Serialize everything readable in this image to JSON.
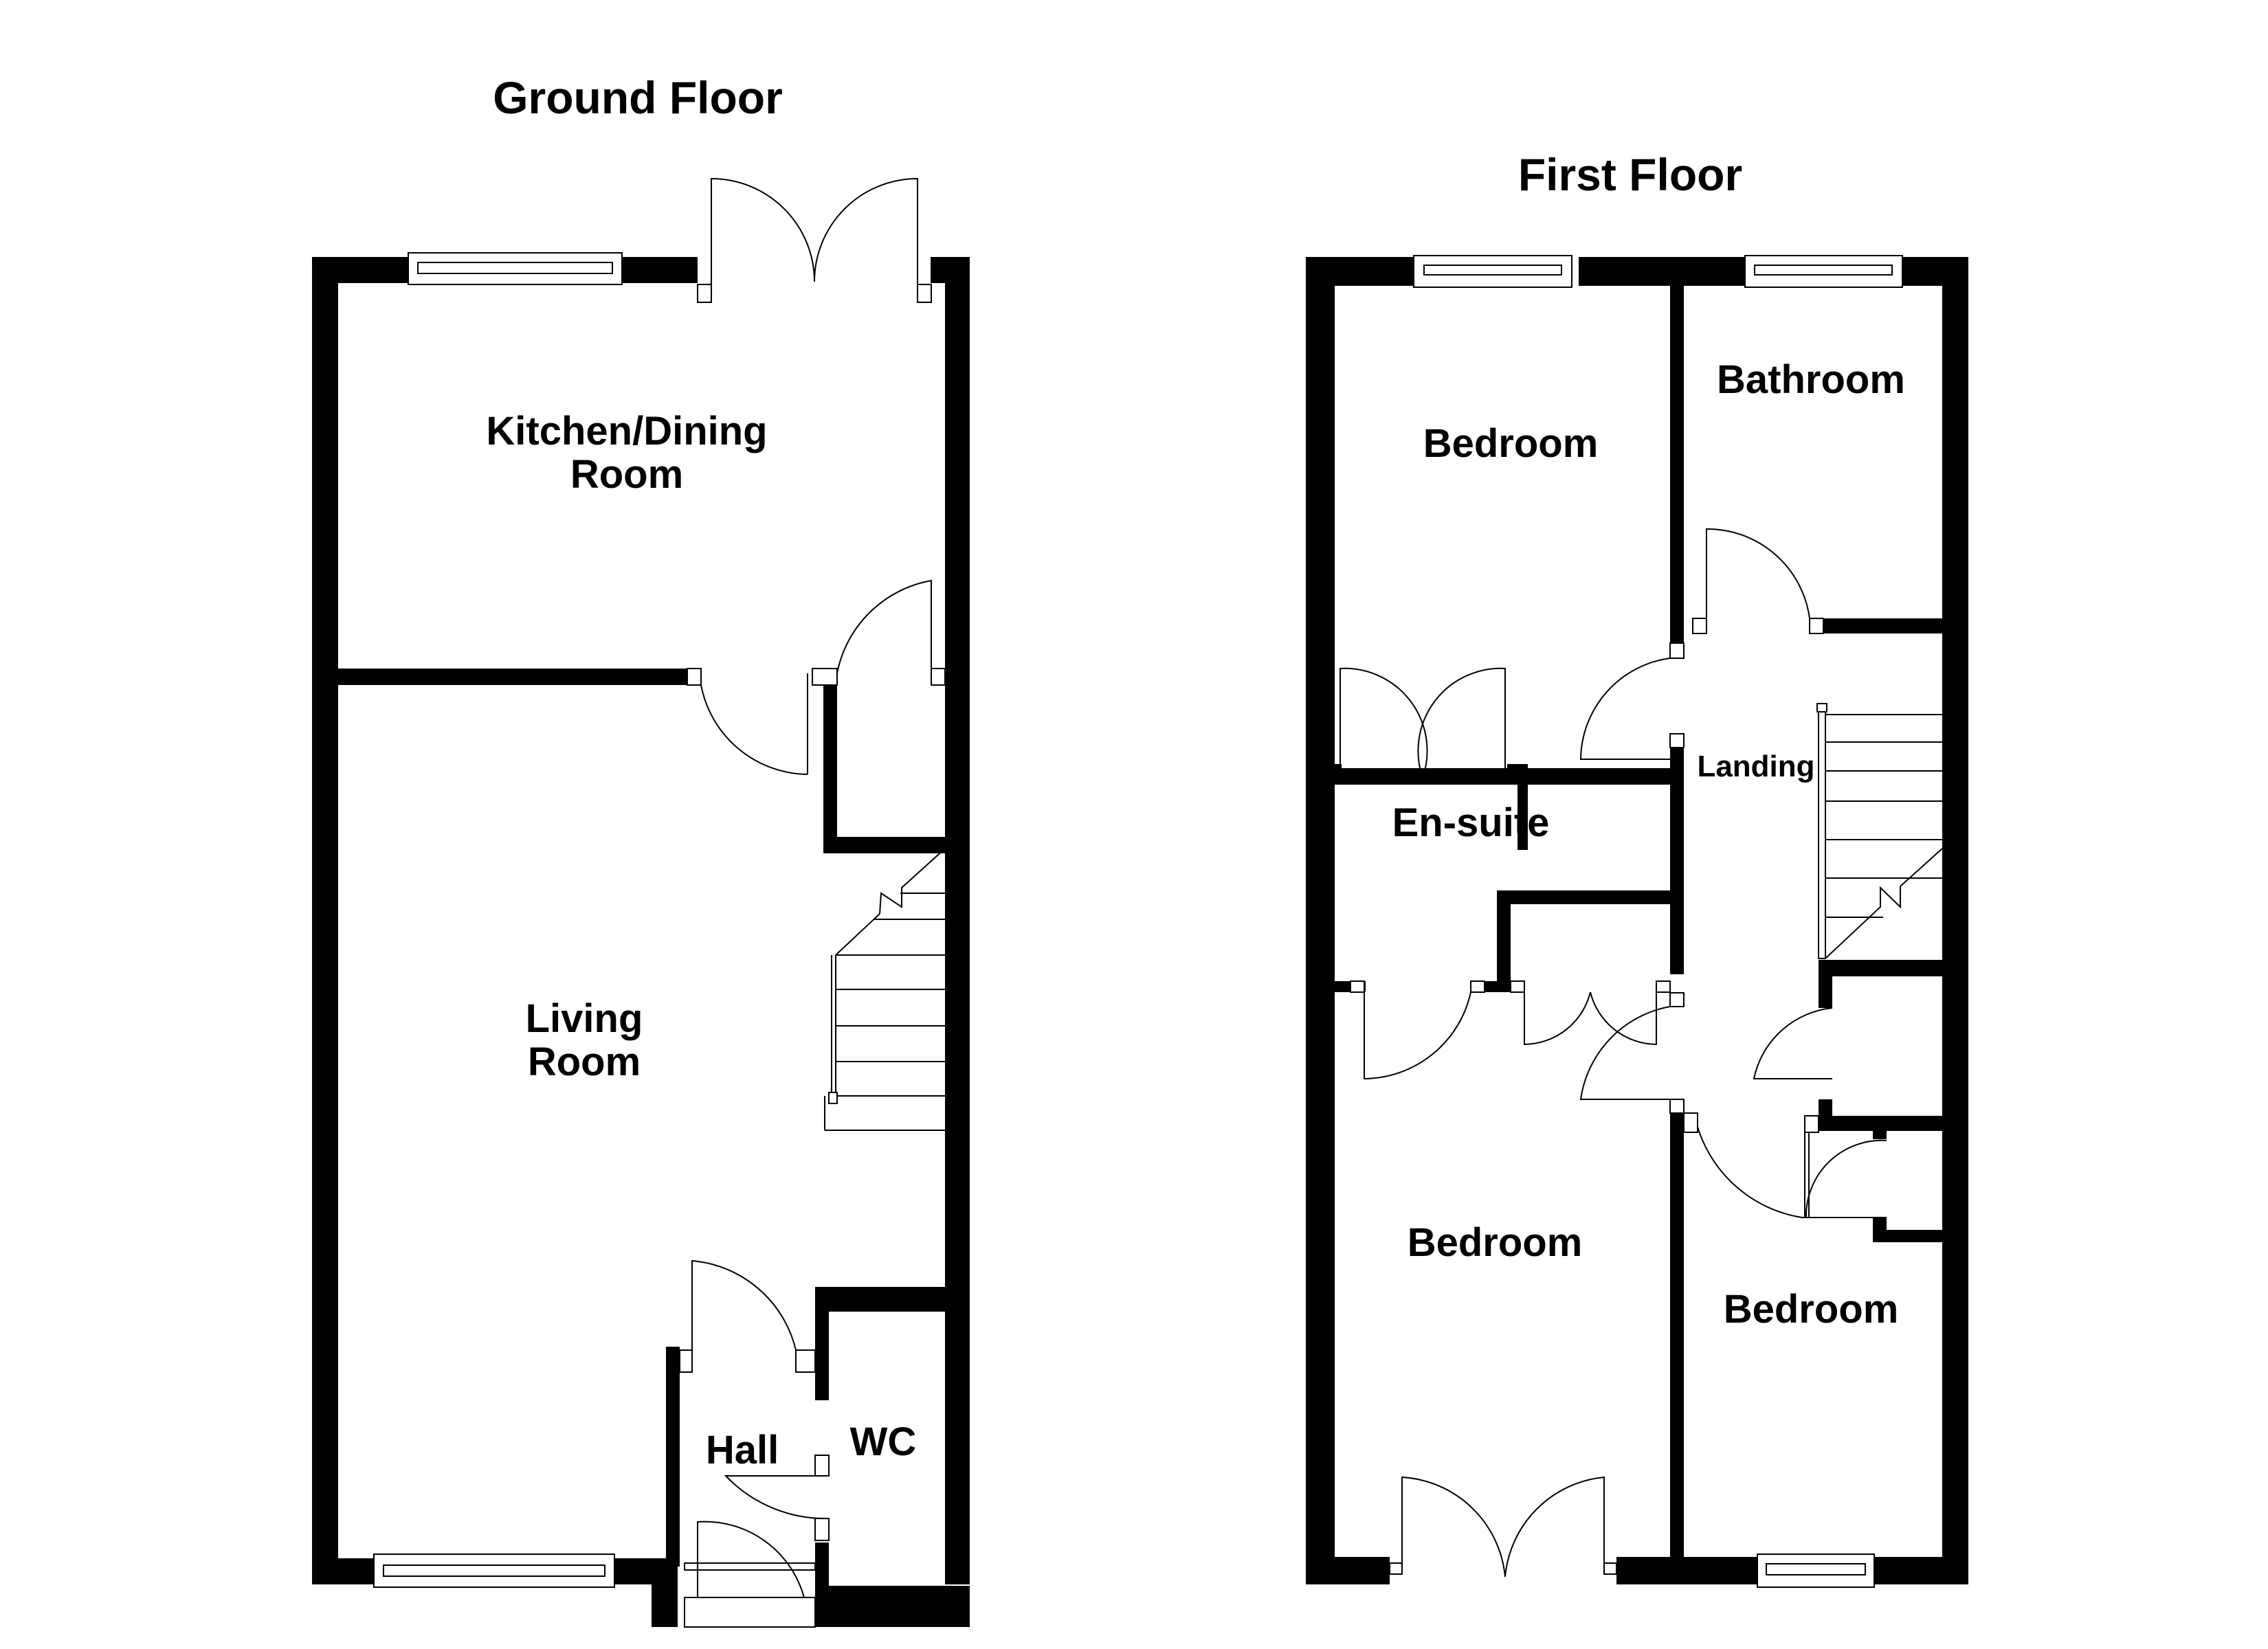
{
  "ground_floor": {
    "title": "Ground Floor",
    "rooms": {
      "kitchen_line1": "Kitchen/Dining",
      "kitchen_line2": "Room",
      "living_line1": "Living",
      "living_line2": "Room",
      "hall": "Hall",
      "wc": "WC"
    }
  },
  "first_floor": {
    "title": "First Floor",
    "rooms": {
      "bedroom_top": "Bedroom",
      "bathroom": "Bathroom",
      "landing": "Landing",
      "ensuite": "En-suite",
      "bedroom_main": "Bedroom",
      "bedroom_small": "Bedroom"
    }
  },
  "colors": {
    "wall": "#000000",
    "background": "#ffffff"
  }
}
